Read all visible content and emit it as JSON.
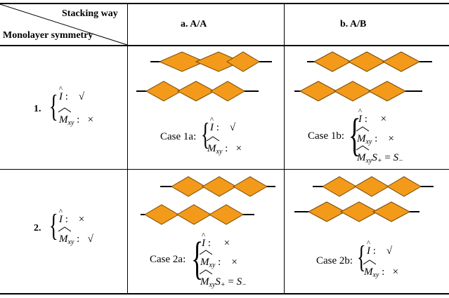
{
  "header": {
    "stacking_label": "Stacking way",
    "symmetry_label": "Monolayer symmetry",
    "col_a": "a. A/A",
    "col_b": "b. A/B"
  },
  "rows": [
    {
      "number": "1.",
      "inversion_op": "I",
      "inversion_value": "√",
      "mirror_op": "M",
      "mirror_sub": "xy",
      "mirror_value": "×"
    },
    {
      "number": "2.",
      "inversion_op": "I",
      "inversion_value": "×",
      "mirror_op": "M",
      "mirror_sub": "xy",
      "mirror_value": "√"
    }
  ],
  "cases": {
    "c1a": {
      "label": "Case 1a:",
      "inv": "√",
      "mir": "×"
    },
    "c1b": {
      "label": "Case 1b:",
      "inv": "×",
      "mir": "×",
      "rel_lhs": "S",
      "rel_lhs_sub": "+",
      "rel_eq": "=",
      "rel_rhs": "S",
      "rel_rhs_sub": "−"
    },
    "c2a": {
      "label": "Case 2a:",
      "inv": "×",
      "mir": "×",
      "rel_lhs": "S",
      "rel_lhs_sub": "+",
      "rel_eq": "=",
      "rel_rhs": "S",
      "rel_rhs_sub": "−"
    },
    "c2b": {
      "label": "Case 2b:",
      "inv": "√",
      "mir": "×"
    }
  },
  "colors": {
    "diamond_fill": "#f39a1b",
    "diamond_stroke": "#9a5a00",
    "line": "#000000"
  }
}
